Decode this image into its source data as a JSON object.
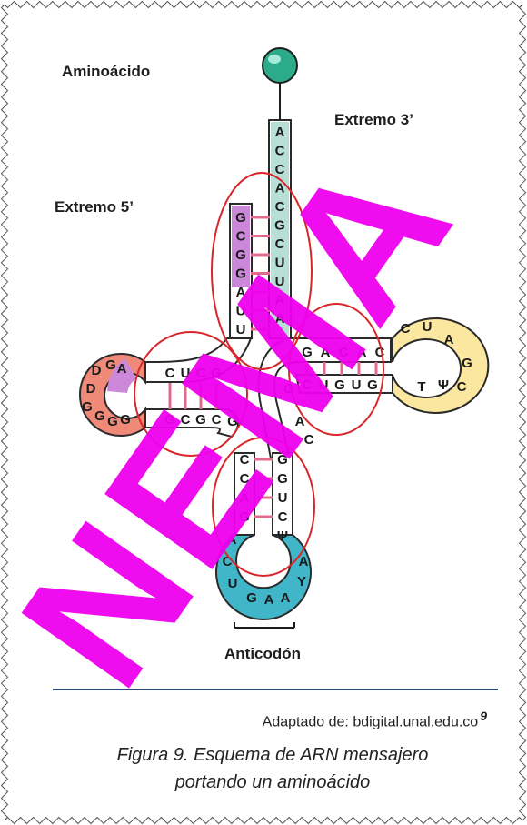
{
  "labels": {
    "aminoacido": "Aminoácido",
    "extremo3": "Extremo 3’",
    "extremo5": "Extremo 5’",
    "anticodon": "Anticodón"
  },
  "source": {
    "text": "Adaptado de: bdigital.unal.edu.co",
    "ref": "9"
  },
  "caption": {
    "line1": "Figura 9. Esquema de ARN mensajero",
    "line2": "portando un aminoácido"
  },
  "watermark": "NEMA",
  "sequences": {
    "acceptor_3": [
      "A",
      "C",
      "C",
      "A",
      "C",
      "G",
      "C",
      "U",
      "U",
      "A",
      "A"
    ],
    "acceptor_5": [
      "G",
      "C",
      "G",
      "G",
      "A",
      "U",
      "U"
    ],
    "d_stem_top": [
      "C",
      "U",
      "C",
      "G"
    ],
    "d_stem_bottom": [
      "G",
      "C",
      "G",
      "C"
    ],
    "d_loop": [
      "D",
      "G",
      "A",
      "D",
      "G",
      "G",
      "G",
      "G"
    ],
    "t_stem_top": [
      "G",
      "A",
      "C",
      "A",
      "C"
    ],
    "t_stem_bottom": [
      "C",
      "U",
      "G",
      "U",
      "G"
    ],
    "t_loop": [
      "C",
      "U",
      "A",
      "G",
      "C",
      "Ψ",
      "T"
    ],
    "anticodon_stem_left": [
      "C",
      "C",
      "A",
      "G"
    ],
    "anticodon_stem_right": [
      "G",
      "G",
      "U",
      "C",
      "Ψ"
    ],
    "anticodon_loop": [
      "A",
      "C",
      "U",
      "G",
      "A",
      "A",
      "Y",
      "A"
    ],
    "variable": [
      "G",
      "G",
      "A",
      "C"
    ]
  },
  "colors": {
    "aminoacid_ball": "#2bab8a",
    "acceptor_stem": "#b7dfd5",
    "five_prime": "#cc88d8",
    "d_loop": "#ef8a78",
    "t_loop": "#fbe7a0",
    "anticodon_loop": "#41b6c9",
    "circle": "#d9262a",
    "pair": "#e06a8a",
    "watermark": "#ee00ee"
  }
}
